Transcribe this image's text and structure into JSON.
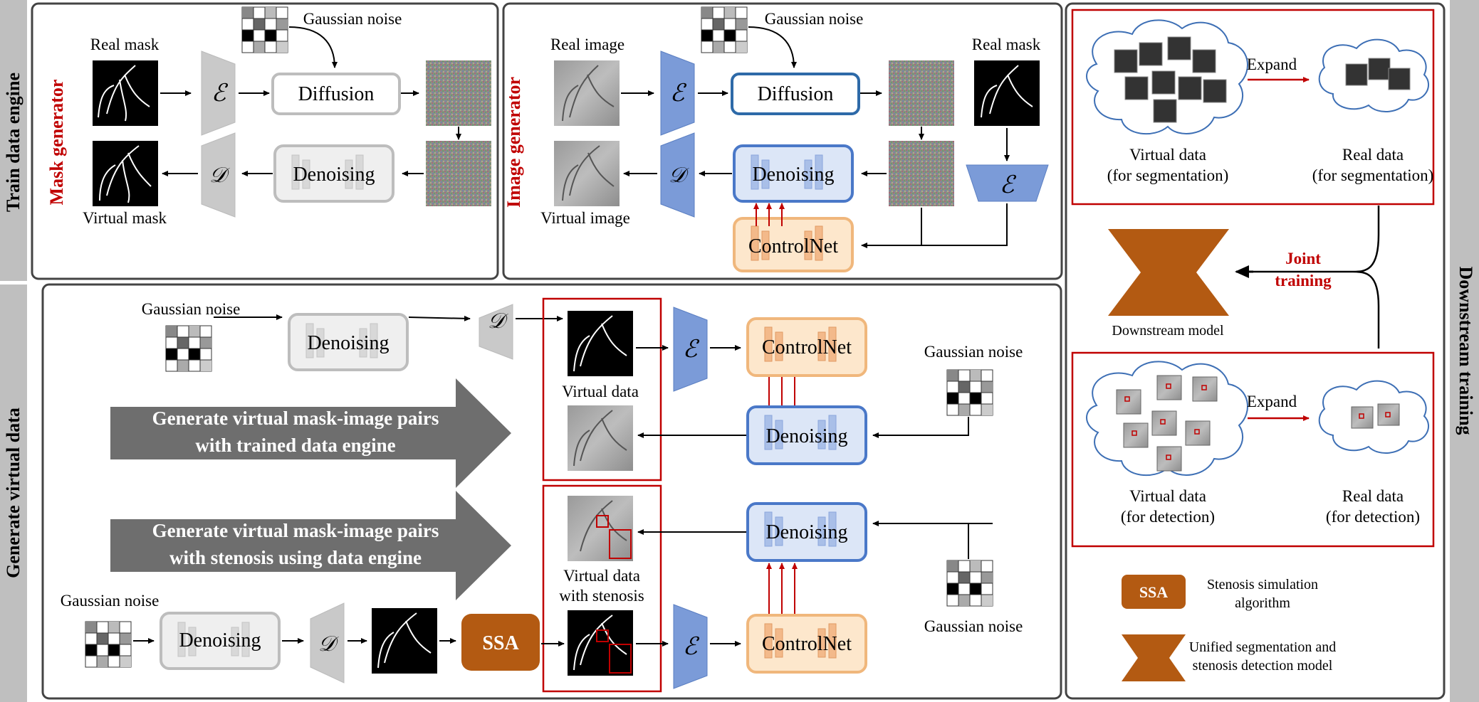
{
  "side_labels": {
    "train": "Train data engine",
    "generate": "Generate virtual data",
    "downstream": "Downstream training"
  },
  "mask_generator": {
    "title": "Mask generator",
    "real_mask": "Real mask",
    "gaussian_noise": "Gaussian noise",
    "diffusion": "Diffusion",
    "denoising": "Denoising",
    "virtual_mask": "Virtual mask",
    "encoder_symbol": "ℰ",
    "decoder_symbol": "𝒟"
  },
  "image_generator": {
    "title": "Image generator",
    "real_image": "Real image",
    "gaussian_noise": "Gaussian noise",
    "real_mask": "Real mask",
    "diffusion": "Diffusion",
    "denoising": "Denoising",
    "controlnet": "ControlNet",
    "virtual_image": "Virtual image"
  },
  "generate": {
    "gaussian_noise_top": "Gaussian noise",
    "denoising_top": "Denoising",
    "controlnet_top": "ControlNet",
    "virtual_data": "Virtual data",
    "gaussian_noise_right_top": "Gaussian noise",
    "denoising_mid": "Denoising",
    "arrow1_line1": "Generate virtual mask-image pairs",
    "arrow1_line2": "with trained data engine",
    "arrow2_line1": "Generate virtual mask-image pairs",
    "arrow2_line2": "with stenosis using data engine",
    "denoising_low": "Denoising",
    "virtual_data_stenosis_1": "Virtual data",
    "virtual_data_stenosis_2": "with stenosis",
    "gaussian_noise_bottom": "Gaussian noise",
    "denoising_bottom": "Denoising",
    "ssa": "SSA",
    "controlnet_bottom": "ControlNet",
    "gaussian_noise_right_bottom": "Gaussian noise"
  },
  "downstream": {
    "expand_top": "Expand",
    "virtual_seg_1": "Virtual data",
    "virtual_seg_2": "(for segmentation)",
    "real_seg_1": "Real data",
    "real_seg_2": "(for segmentation)",
    "joint_1": "Joint",
    "joint_2": "training",
    "downstream_model": "Downstream model",
    "expand_bottom": "Expand",
    "virtual_det_1": "Virtual data",
    "virtual_det_2": "(for detection)",
    "real_det_1": "Real data",
    "real_det_2": "(for detection)",
    "legend_ssa": "SSA",
    "legend_ssa_desc_1": "Stenosis simulation",
    "legend_ssa_desc_2": "algorithm",
    "legend_model_desc_1": "Unified segmentation and",
    "legend_model_desc_2": "stenosis detection model"
  },
  "colors": {
    "red": "#c00000",
    "blue": "#7b9bd8",
    "blue_dark": "#2e6aa8",
    "orange": "#b35a12",
    "orange_light": "#fde7cc",
    "gray_panel": "#bfbfbf",
    "gray_dark": "#595959"
  }
}
